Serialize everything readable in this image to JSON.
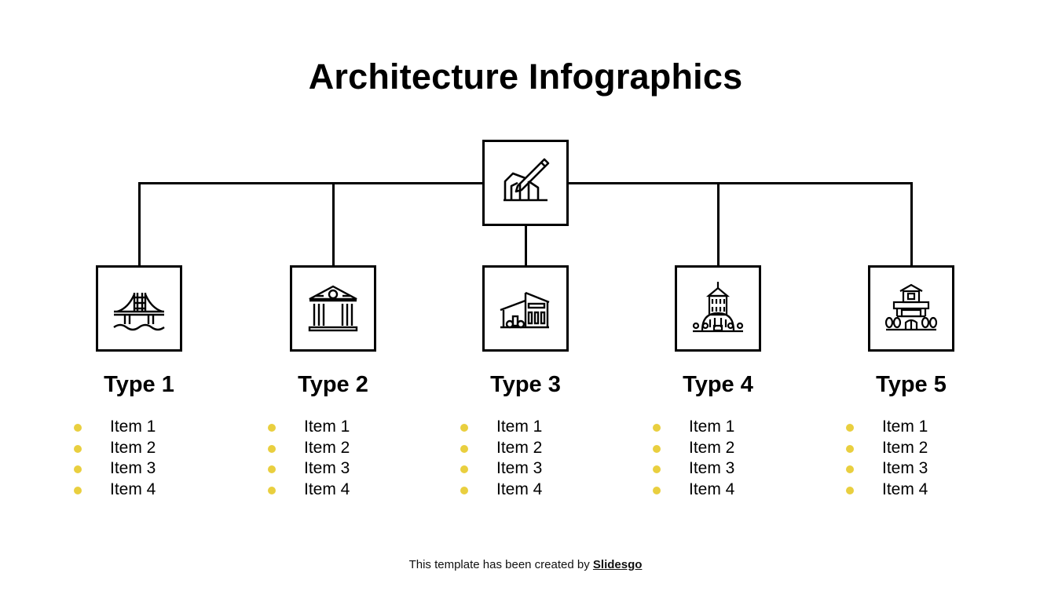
{
  "title": "Architecture Infographics",
  "root": {
    "icon": "house-pencil-icon"
  },
  "accent_color": "#e9cf3f",
  "types": [
    {
      "label": "Type 1",
      "icon": "bridge-icon",
      "items": [
        "Item 1",
        "Item 2",
        "Item 3",
        "Item 4"
      ]
    },
    {
      "label": "Type 2",
      "icon": "classical-building-icon",
      "items": [
        "Item 1",
        "Item 2",
        "Item 3",
        "Item 4"
      ]
    },
    {
      "label": "Type 3",
      "icon": "modern-house-icon",
      "items": [
        "Item 1",
        "Item 2",
        "Item 3",
        "Item 4"
      ]
    },
    {
      "label": "Type 4",
      "icon": "domed-tower-icon",
      "items": [
        "Item 1",
        "Item 2",
        "Item 3",
        "Item 4"
      ]
    },
    {
      "label": "Type 5",
      "icon": "villa-icon",
      "items": [
        "Item 1",
        "Item 2",
        "Item 3",
        "Item 4"
      ]
    }
  ],
  "footer": {
    "text": "This template has been created by ",
    "brand": "Slidesgo"
  }
}
